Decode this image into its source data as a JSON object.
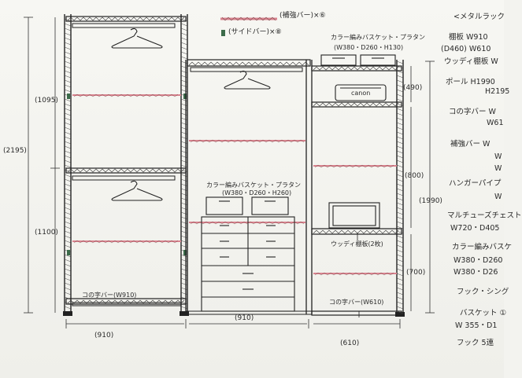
{
  "legend": {
    "reinforce_bar": "(補強バー)×⑥",
    "side_bar": "(サイドバー)×⑧",
    "reinforce_color": "#d9838f"
  },
  "annotations": {
    "basket_right": "カラー編みバスケット・プラタン",
    "basket_right_size": "(W380・D260・H130)",
    "basket_middle": "カラー編みバスケット・プラタン",
    "basket_middle_size": "(W380・D260・H260)",
    "printer_label": "canon",
    "wood_shelf_label": "ウッディ棚板(2枚)",
    "bar_left": "コの字バー(W910)",
    "bar_right": "コの字バー(W610)"
  },
  "dimensions": {
    "left_total": "(2195)",
    "left_upper": "(1095)",
    "left_lower": "(1100)",
    "right_490": "(490)",
    "right_800": "(800)",
    "right_700": "(700)",
    "right_1990": "(1990)",
    "bottom_left": "(910)",
    "bottom_middle": "(910)",
    "bottom_right": "(610)"
  },
  "spec_list": [
    "<メタルラック",
    "棚板  W910",
    "(D460)  W610",
    "ウッディ棚板 W",
    "ポール H1990",
    "H2195",
    "コの字バー W",
    "W61",
    "補強バー  W",
    "W",
    "W",
    "ハンガーパイプ",
    "W",
    "マルチューズチェスト",
    "W720・D405",
    "カラー編みバスケ",
    "W380・D260",
    "W380・D26",
    "フック・シング",
    "バスケット ①",
    "W 355・D1",
    "フック 5連"
  ]
}
